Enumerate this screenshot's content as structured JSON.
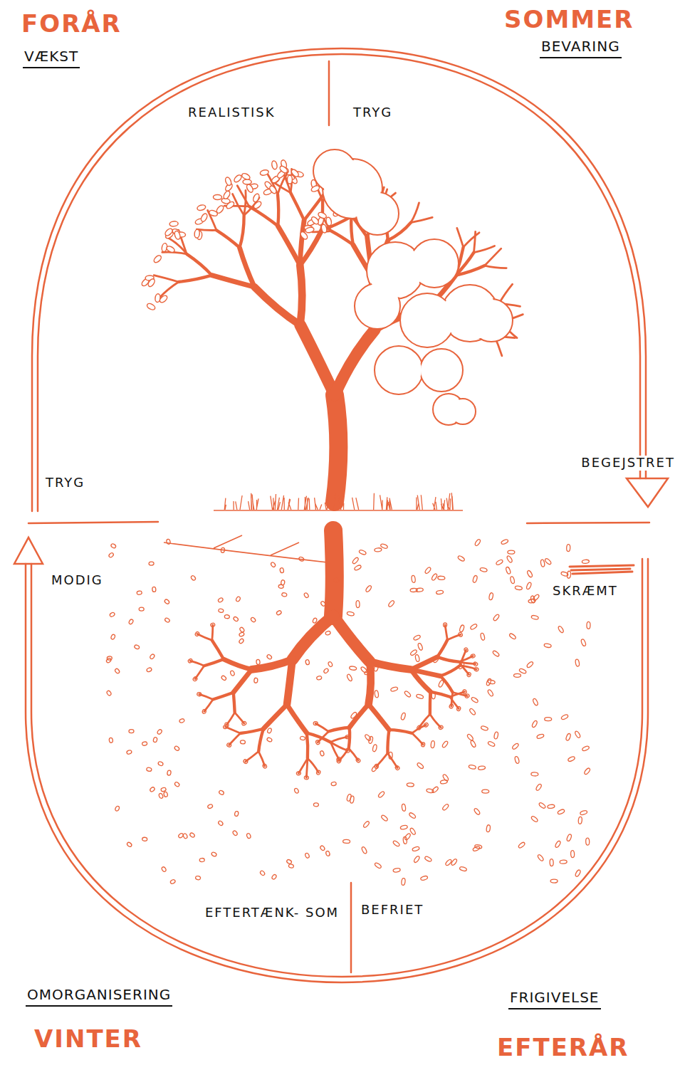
{
  "diagram": {
    "labels": [
      "FORÅR",
      "VÆKST",
      "SOMMER",
      "BEVARING",
      "REALISTISK",
      "TRYG",
      "TRYG",
      "BEGEJSTRET",
      "MODIG",
      "SKRÆMT",
      "EFTERTÆNK- SOM",
      "BEFRIET",
      "OMORGANISERING",
      "VINTER",
      "FRIGIVELSE",
      "EFTERÅR"
    ]
  }
}
